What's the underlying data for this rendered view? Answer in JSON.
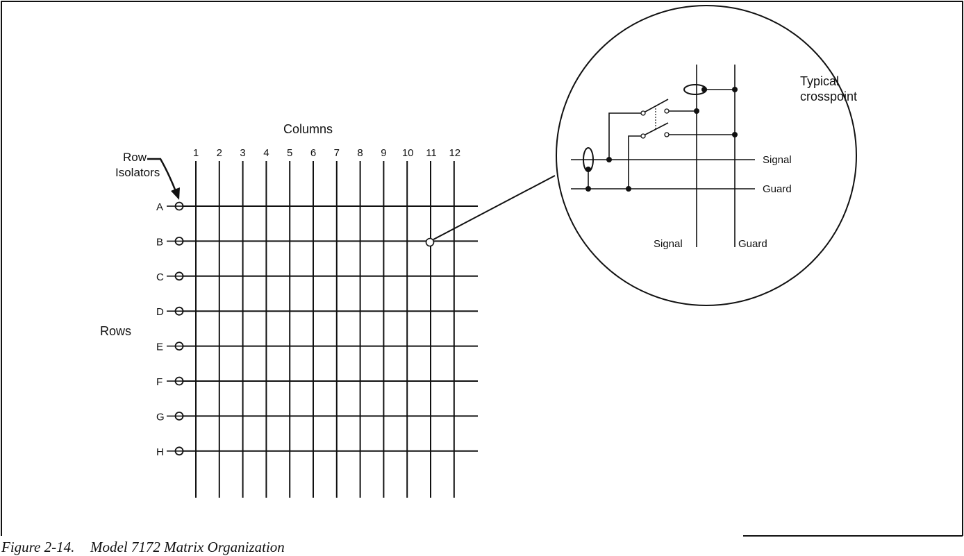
{
  "figure": {
    "number_label": "Figure 2-14.",
    "title": "Model 7172 Matrix Organization"
  },
  "matrix": {
    "columns_label": "Columns",
    "rows_label": "Rows",
    "row_isolators_label": [
      "Row",
      "Isolators"
    ],
    "column_labels": [
      "1",
      "2",
      "3",
      "4",
      "5",
      "6",
      "7",
      "8",
      "9",
      "10",
      "11",
      "12"
    ],
    "row_labels": [
      "A",
      "B",
      "C",
      "D",
      "E",
      "F",
      "G",
      "H"
    ],
    "highlighted_crosspoint": {
      "row": "B",
      "column": "11"
    }
  },
  "detail": {
    "title": [
      "Typical",
      "crosspoint"
    ],
    "row_signal_label": "Signal",
    "row_guard_label": "Guard",
    "column_signal_label": "Signal",
    "column_guard_label": "Guard"
  },
  "colors": {
    "ink": "#111111",
    "background": "#ffffff"
  }
}
